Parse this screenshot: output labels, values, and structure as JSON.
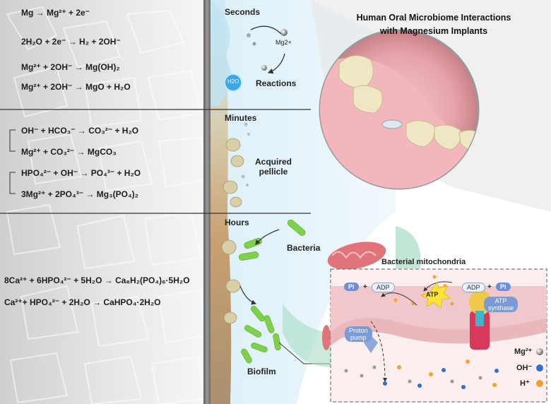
{
  "title": {
    "line1": "Human Oral Microbiome Interactions",
    "line2": "with Magnesium Implants"
  },
  "stages": {
    "seconds": "Seconds",
    "minutes": "Minutes",
    "hours": "Hours"
  },
  "labels": {
    "reactions": "Reactions",
    "acquired_pellicle": "Acquired pellicle",
    "bacteria": "Bacteria",
    "biofilm": "Biofilm",
    "bacterial_mitochondria": "Bacterial mitochondria",
    "h2o_bubble": "H2O",
    "mg_bubble": "Mg2+"
  },
  "equations": {
    "seconds": [
      "Mg → Mg²⁺ + 2e⁻",
      "2H₂O + 2e⁻ → H₂ + 2OH⁻",
      "Mg²⁺ + 2OH⁻ → Mg(OH)₂",
      "Mg²⁺ + 2OH⁻ → MgO + H₂O"
    ],
    "minutes": [
      "OH⁻ + HCO₃⁻ → CO₃²⁻ + H₂O",
      "Mg²⁺ + CO₃²⁻ → MgCO₃",
      "HPO₄²⁻ + OH⁻ → PO₄³⁻ + H₂O",
      "3Mg²⁺ + 2PO₄³⁻ → Mg₃(PO₄)₂"
    ],
    "hours": [
      "8Ca²⁺ + 6HPO₄²⁻ + 5H₂O → Ca₈H₂(PO₄)₆·5H₂O",
      "Ca²⁺+ HPO₄²⁻ + 2H₂O → CaHPO₄·2H₂O"
    ]
  },
  "inset": {
    "pi": "Pi",
    "plus": "+",
    "adp": "ADP",
    "atp": "ATP",
    "atp_synthase_line1": "ATP",
    "atp_synthase_line2": "synthase",
    "proton_pump_line1": "Proton",
    "proton_pump_line2": "pump"
  },
  "legend": [
    {
      "label": "Mg²⁺",
      "color": "#9a9a9a"
    },
    {
      "label": "OH⁻",
      "color": "#2f6fd6"
    },
    {
      "label": "H⁺",
      "color": "#f0a030"
    }
  ],
  "colors": {
    "bacteria": "#7ed24a",
    "atp_star": "#ffe23a",
    "mitochondria": "#e0747a",
    "gum": "#e8a8b0",
    "tooth": "#efe6c4",
    "water": "#a8d8f0"
  }
}
